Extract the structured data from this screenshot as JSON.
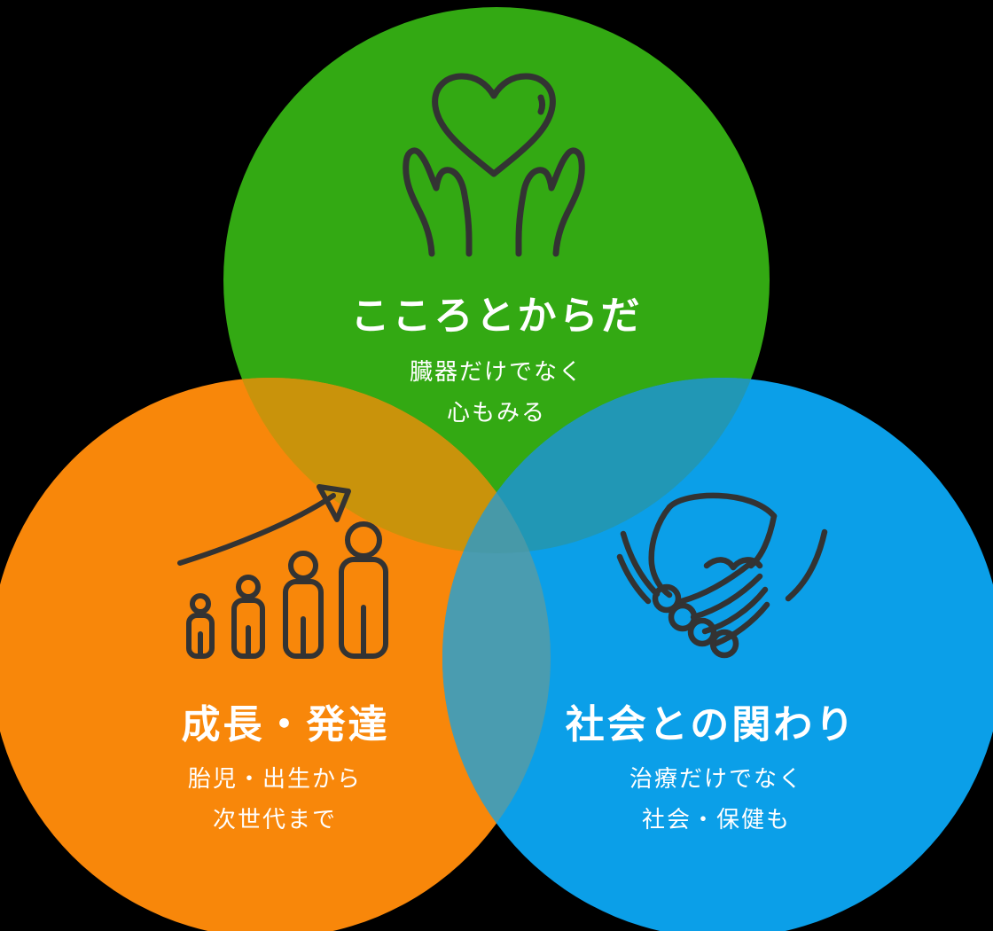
{
  "diagram": {
    "type": "venn-3-circles",
    "background": "#000000",
    "colors": {
      "green": "#33a913",
      "orange": "#f8870a",
      "blue": "#0b9fe8",
      "green_orange_overlap": "#c9930b",
      "green_blue_overlap": "#2197b5",
      "orange_blue_overlap": "#4a9cb0",
      "center_overlap": "#4799a8",
      "icon_stroke": "#333333",
      "text": "#ffffff"
    },
    "circles": {
      "mind_body": {
        "title": "こころとからだ",
        "subtitle_line1": "臓器だけでなく",
        "subtitle_line2": "心もみる",
        "icon": "heart-in-hands",
        "color_key": "green"
      },
      "growth": {
        "title": "成長・発達",
        "subtitle_line1": "胎児・出生から",
        "subtitle_line2": "次世代まで",
        "icon": "growth-people-arrow",
        "color_key": "orange"
      },
      "society": {
        "title": "社会との関わり",
        "subtitle_line1": "治療だけでなく",
        "subtitle_line2": "社会・保健も",
        "icon": "handshake",
        "color_key": "blue"
      }
    }
  }
}
